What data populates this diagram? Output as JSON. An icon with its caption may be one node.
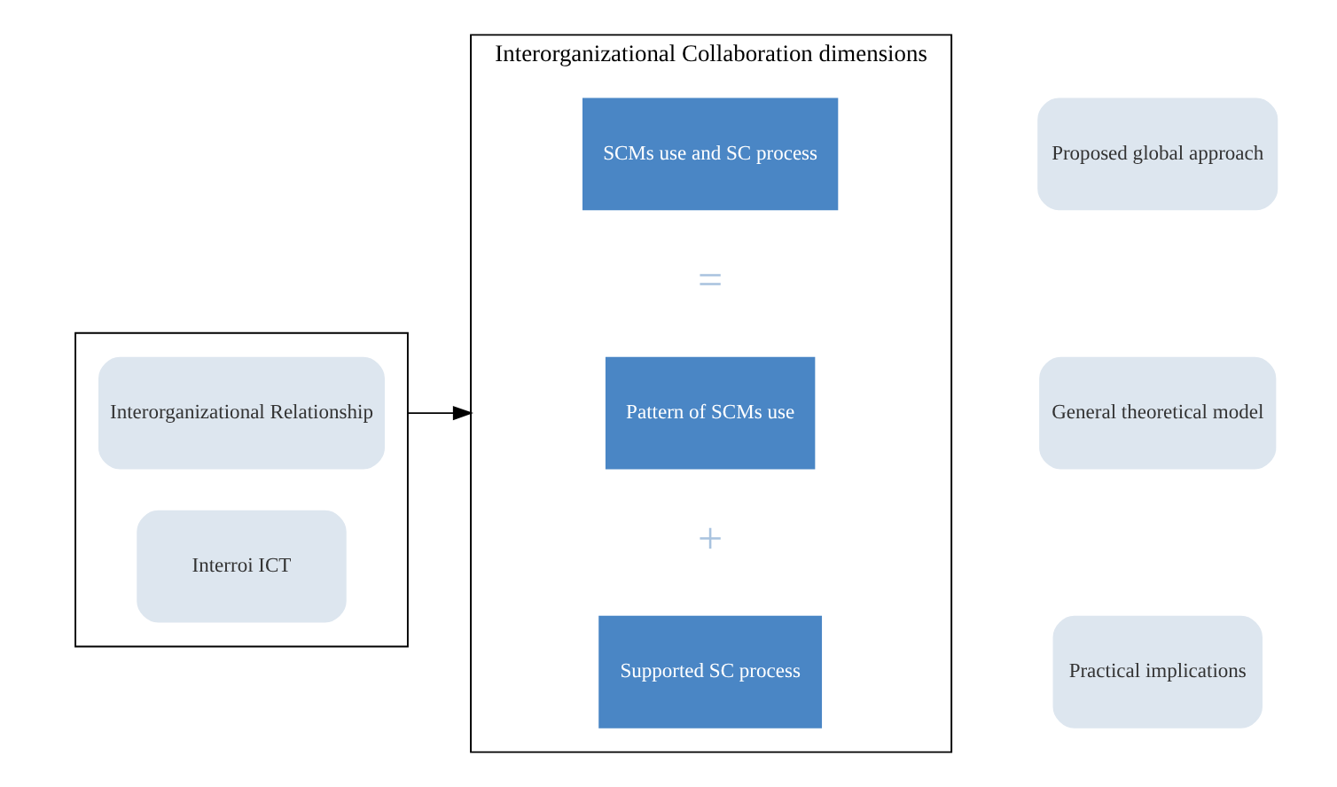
{
  "diagram": {
    "nodes": [
      {
        "text": [],
        "shape": "box"
      },
      {
        "text": [
          "Interorganizational Relationship"
        ],
        "in": 0
      },
      {
        "text": [
          "Interroi ICT"
        ],
        "in": 0
      },
      {
        "text": [
          "Interorganizational Collaboration dimensions"
        ]
      },
      {
        "text": [
          "SCMs use and SC process"
        ],
        "in": 3
      },
      {
        "text": [
          "Pattern of SCMs use"
        ],
        "in": 3
      },
      {
        "text": [
          "Supported SC process"
        ],
        "in": 3
      },
      {
        "text": [
          "Proposed global approach"
        ]
      },
      {
        "text": [
          "General theoretical model"
        ]
      },
      {
        "text": [
          "Practical implications"
        ]
      }
    ],
    "edges": [
      {
        "from": 0,
        "to": 3,
        "arrow": "to"
      }
    ],
    "labels": [
      "=",
      "+"
    ]
  }
}
